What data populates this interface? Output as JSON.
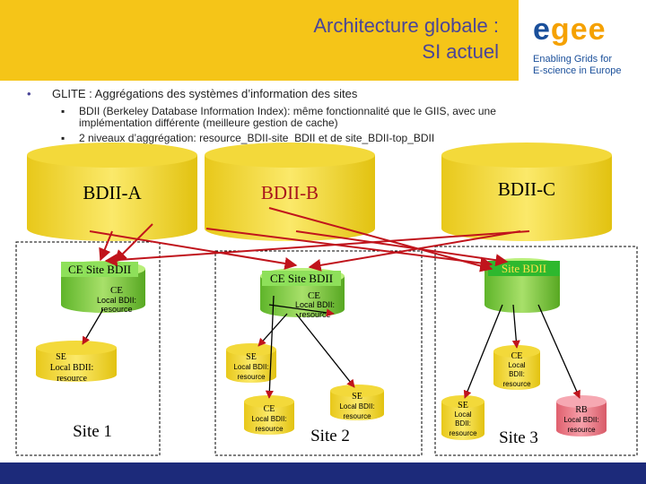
{
  "header": {
    "title_line1": "Architecture globale :",
    "title_line2": "SI actuel",
    "logo_word_a": "e",
    "logo_word_b": "gee",
    "logo_tag1": "Enabling Grids for",
    "logo_tag2": "E-science in Europe"
  },
  "bullets": {
    "main": "GLITE : Aggrégations des systèmes d’information des sites",
    "sub1_line1": "BDII (Berkeley Database Information Index):  même fonctionnalité que le GIIS, avec une",
    "sub1_line2": "implémentation différente (meilleure gestion de cache)",
    "sub2": "2 niveaux d’aggrégation:  resource_BDII-site_BDII et de site_BDII-top_BDII",
    "dot": "•",
    "square": "▪"
  },
  "diagram": {
    "top_bdii": [
      "BDII-A",
      "BDII-B",
      "BDII-C"
    ],
    "site_bdii": [
      "CE Site BDII",
      "CE Site BDII",
      "Site BDII"
    ],
    "ce_label": "CE",
    "se_label": "SE",
    "rb_label": "RB",
    "local_bdii": "Local BDII:",
    "resource": "resource",
    "local": "Local",
    "bdii": "BDII:",
    "sites": [
      "Site 1",
      "Site 2",
      "Site 3"
    ]
  },
  "colors": {
    "title_bar": "#f5c518",
    "cylinder_yellow": "#f8e25a",
    "cylinder_green": "#8fd14f",
    "site_bdii_green": "#2eb82e",
    "rb_pink": "#f08a96",
    "arrow_red": "#c0141c",
    "footer": "#1c2a7a"
  }
}
